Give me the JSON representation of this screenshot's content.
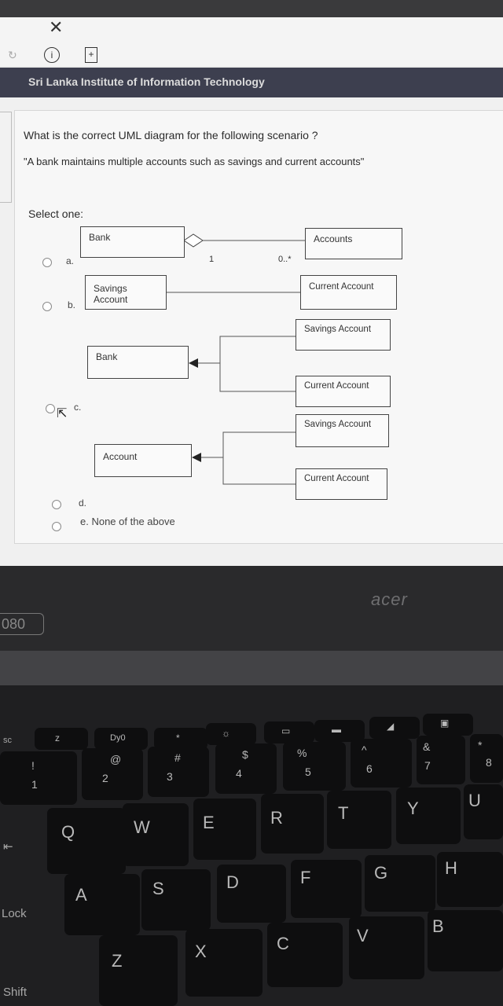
{
  "browser": {
    "icons": [
      "close-icon",
      "refresh-icon",
      "info-icon",
      "bookmark-icon"
    ],
    "site_title": "Sri Lanka Institute of Information Technology"
  },
  "question": {
    "prompt": "What is the correct UML diagram for the following scenario ?",
    "scenario": "\"A bank maintains multiple accounts such as savings and current accounts\"",
    "select_label": "Select one:",
    "options": [
      {
        "letter": "a.",
        "selected": false
      },
      {
        "letter": "b.",
        "selected": false
      },
      {
        "letter": "c.",
        "selected": false
      },
      {
        "letter": "d.",
        "selected": false
      },
      {
        "letter": "e. None of the above",
        "selected": false
      }
    ]
  },
  "diagrams": {
    "a": {
      "left": "Bank",
      "right": "Accounts",
      "mult_left": "1",
      "mult_right": "0..*"
    },
    "b": {
      "left": "Savings Account",
      "right": "Current Account"
    },
    "c": {
      "parent": "Bank",
      "child1": "Savings Account",
      "child2": "Current Account"
    },
    "d": {
      "parent": "Account",
      "child1": "Savings Account",
      "child2": "Current Account"
    }
  },
  "laptop": {
    "brand": "acer",
    "badge": "080",
    "row_fn": [
      "z",
      "Dy0",
      "*",
      "☼",
      "▭",
      "▬",
      "◢",
      "▣"
    ],
    "row_num": [
      {
        "top": "!",
        "bottom": "1"
      },
      {
        "top": "@",
        "bottom": "2"
      },
      {
        "top": "#",
        "bottom": "3"
      },
      {
        "top": "$",
        "bottom": "4"
      },
      {
        "top": "%",
        "bottom": "5"
      },
      {
        "top": "^",
        "bottom": "6"
      },
      {
        "top": "&",
        "bottom": "7"
      },
      {
        "top": "*",
        "bottom": "8"
      }
    ],
    "row_q": [
      "Q",
      "W",
      "E",
      "R",
      "T",
      "Y",
      "U"
    ],
    "row_a": [
      "A",
      "S",
      "D",
      "F",
      "G",
      "H"
    ],
    "row_z": [
      "Z",
      "X",
      "C",
      "V",
      "B"
    ],
    "mods": {
      "lock": "Lock",
      "shift": "Shift",
      "esc": "sc",
      "tab": "⇤"
    }
  }
}
